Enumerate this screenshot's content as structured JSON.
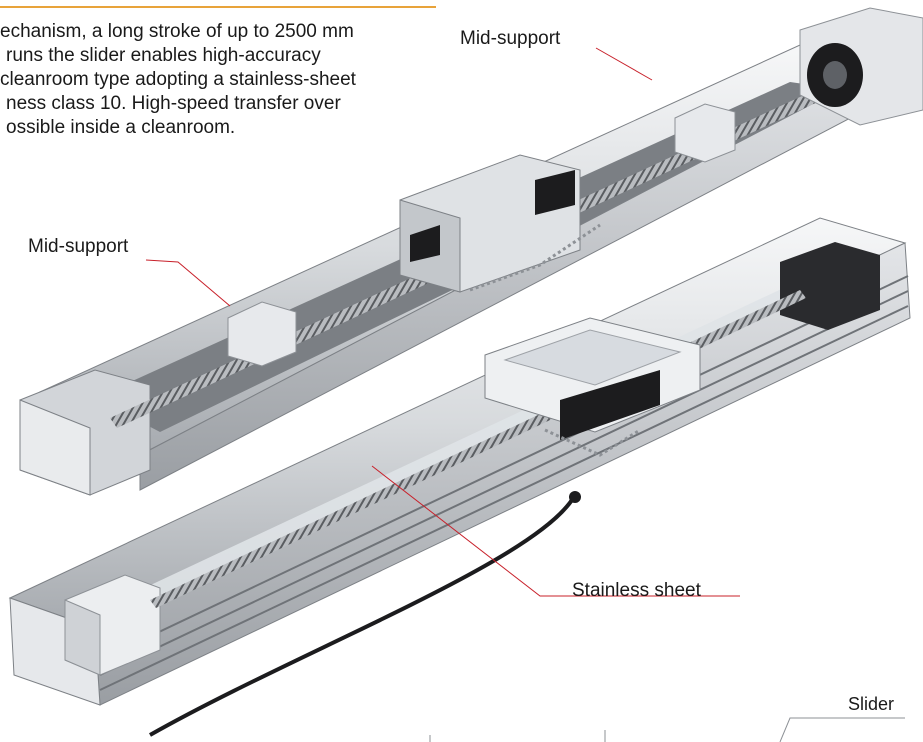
{
  "intro_lines": [
    "echanism, a long stroke of up to 2500 mm",
    "runs the slider enables high-accuracy",
    "cleanroom type adopting a stainless-sheet",
    "ness class 10. High-speed transfer over",
    "ossible inside a cleanroom."
  ],
  "callouts": {
    "mid_support_top": "Mid-support",
    "mid_support_left": "Mid-support",
    "stainless_sheet": "Stainless sheet",
    "slider": "Slider"
  },
  "colors": {
    "accent_rule": "#e8a33a",
    "leader_line": "#c8202a",
    "aluminum_light": "#eef0f2",
    "aluminum_mid": "#c9ccd0",
    "aluminum_dark": "#8d9196",
    "black_parts": "#1c1c1e"
  }
}
